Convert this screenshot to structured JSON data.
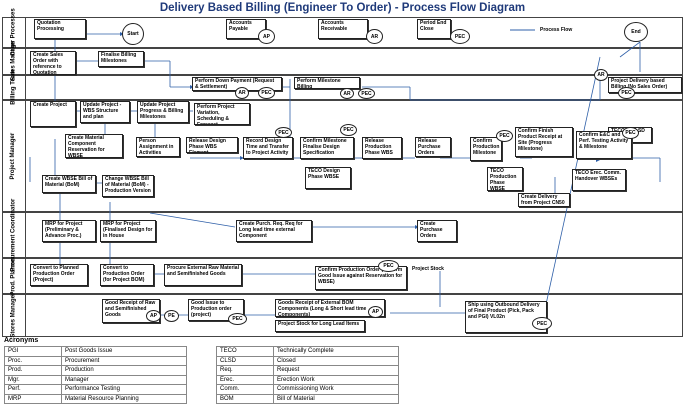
{
  "title": "Delivery Based Billing (Engineer To Order) - Process Flow Diagram",
  "lanes": [
    "Other Processes",
    "Sales Manage",
    "Billing Team",
    "Project Manager",
    "Procurement Coordinator",
    "Prod. Planner",
    "Stores Manager"
  ],
  "boxes": {
    "quotation": "Quotation Processing",
    "accounts_payable": "Accounts Payable",
    "accounts_receivable": "Accounts Receivable",
    "period_end": "Period End Close",
    "create_sales_order": "Create Sales Order with reference to Quotation",
    "finalise_billing": "Finalise Billing Milestones",
    "down_payment": "Perform Down Payment (Request & Settlement)",
    "milestone_billing": "Perform Milestone Billing",
    "delivery_billing": "Project Delivery based Billing (No Sales Order)",
    "create_project": "Create Project",
    "update_wbs": "Update Project - WBS Structure and plan",
    "update_progress": "Update Project Progress & Billing Milestones",
    "variation": "Perform Project Variation, Scheduling & Forecast",
    "teco_clsd": "TECO & CLSD Project",
    "component_reservation": "Create Material Component Reservation for WBSE",
    "person_assignment": "Person Assignment in Activities",
    "release_design": "Release Design Phase WBS Element",
    "record_design": "Record Design Time and Transfer to Project Activity",
    "confirm_milestone": "Confirm Milestone Finalise Design Specification",
    "release_production": "Release Production Phase WBS",
    "release_po": "Release Purchase Orders",
    "confirm_prod_milestone": "Confirm Production Milestone",
    "confirm_finish": "Confirm Finish Product Receipt at Site (Progress Milestone)",
    "confirm_ec": "Confirm E&C and Perf. Testing Activity & Milestone",
    "teco_design": "TECO Design Phase WBSE",
    "teco_production": "TECO Production Phase WBSE",
    "teco_erec": "TECO Erec. Comm. Handover WBSEs",
    "create_delivery": "Create Delivery from Project CN50",
    "create_bom": "Create WBSE Bill of Material (BoM)",
    "change_bom": "Change WBSE Bill of Material (BoM) - Production Version",
    "mrp_prelim": "MRP for Project (Preliminary & Advance Proc.)",
    "mrp_final": "MRP for Project (Finalised Design for in House",
    "create_purch_req": "Create Purch. Req. Req for Long lead time external Component",
    "create_po": "Create Purchase Orders",
    "convert_planned": "Convert to Planned Production Order (Project)",
    "convert_production": "Convert to Production Order (for Project BOM)",
    "procure_raw": "Procure External Raw Material and Semifinished Goods",
    "confirm_production_order": "Confirm Production Order (Perform Good Issue against Reservation for WBSE)",
    "goods_receipt": "Good Receipt of Raw and Semifinished Goods",
    "goods_issue": "Good Issue to Production order (project)",
    "goods_receipt_bom": "Goods Receipt of External BOM Components (Long & Short lead time Components)",
    "project_stock_long": "Project Stock for Long Lead Items",
    "ship_outbound": "Ship using Outbound Delivery of Final Product (Pick, Pack and PGI) VL02n"
  },
  "circles": {
    "start": "Start",
    "end": "End",
    "ap": "AP",
    "ar": "AR",
    "pec": "PEC",
    "pe": "PE"
  },
  "annotations": {
    "process_flow": "Process Flow",
    "project_stock": "Project Stock"
  },
  "acronyms_title": "Acronyms",
  "acronyms_left": [
    {
      "k": "PGI",
      "v": "Post Goods Issue"
    },
    {
      "k": "Proc.",
      "v": "Procurement"
    },
    {
      "k": "Prod.",
      "v": "Production"
    },
    {
      "k": "Mgr.",
      "v": "Manager"
    },
    {
      "k": "Perf.",
      "v": "Performance Testing"
    },
    {
      "k": "MRP",
      "v": "Material Resource Planning"
    }
  ],
  "acronyms_right": [
    {
      "k": "TECO",
      "v": "Technically Complete"
    },
    {
      "k": "CLSD",
      "v": "Closed"
    },
    {
      "k": "Req.",
      "v": "Request"
    },
    {
      "k": "Erec.",
      "v": "Erection Work"
    },
    {
      "k": "Comm.",
      "v": "Commissioning Work"
    },
    {
      "k": "BOM",
      "v": "Bill of Material"
    }
  ]
}
